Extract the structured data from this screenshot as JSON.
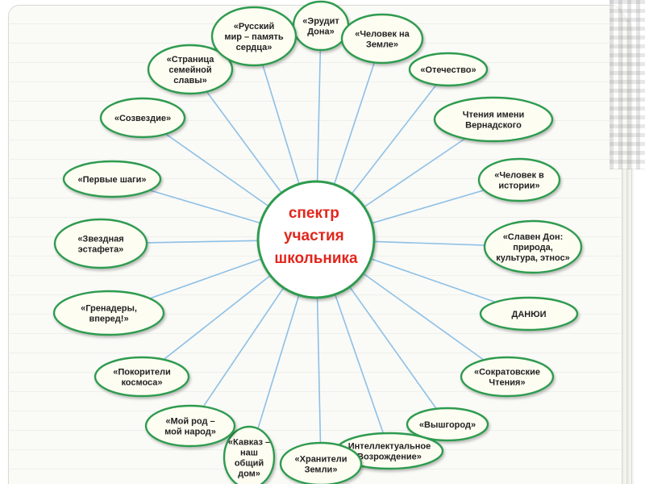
{
  "center": {
    "lines": [
      "спектр",
      "участия",
      "школьника"
    ]
  },
  "nodes": [
    {
      "id": "erudit-dona",
      "lines": [
        "«Эрудит",
        "Дона»"
      ]
    },
    {
      "id": "chelovek-na-zemle",
      "lines": [
        "«Человек на",
        "Земле»"
      ]
    },
    {
      "id": "otechestvo",
      "lines": [
        "«Отечество»"
      ]
    },
    {
      "id": "chteniya-vernadskogo",
      "lines": [
        "Чтения имени",
        "Вернадского"
      ]
    },
    {
      "id": "chelovek-v-istorii",
      "lines": [
        "«Человек в",
        "истории»"
      ]
    },
    {
      "id": "slaven-don",
      "lines": [
        "«Славен Дон:",
        "природа,",
        "культура, этнос»"
      ]
    },
    {
      "id": "danyui",
      "lines": [
        "ДАНЮИ"
      ]
    },
    {
      "id": "sokratovskie-chteniya",
      "lines": [
        "«Сократовские",
        "Чтения»"
      ]
    },
    {
      "id": "vyshgorod",
      "lines": [
        "«Вышгород»"
      ]
    },
    {
      "id": "intellektualnoe-vozrozhdenie",
      "lines": [
        "Интеллектуальное",
        "Возрождение»"
      ]
    },
    {
      "id": "khraniteli-zemli",
      "lines": [
        "«Хранители",
        "Земли»"
      ]
    },
    {
      "id": "kavkaz-nash-dom",
      "lines": [
        "«Кавказ –",
        "наш",
        "общий",
        "дом»"
      ]
    },
    {
      "id": "moy-rod-moy-narod",
      "lines": [
        "«Мой род –",
        "мой народ»"
      ]
    },
    {
      "id": "pokoriteli-kosmosa",
      "lines": [
        "«Покорители",
        "космоса»"
      ]
    },
    {
      "id": "grenadery-vpered",
      "lines": [
        "«Гренадеры,",
        "вперед!»"
      ]
    },
    {
      "id": "zvezdnaya-estafeta",
      "lines": [
        "«Звездная",
        "эстафета»"
      ]
    },
    {
      "id": "pervye-shagi",
      "lines": [
        "«Первые шаги»"
      ]
    },
    {
      "id": "sozvezdie",
      "lines": [
        "«Созвездие»"
      ]
    },
    {
      "id": "stranitsa-semeynoy-slavy",
      "lines": [
        "«Страница",
        "семейной",
        "славы»"
      ]
    },
    {
      "id": "russkiy-mir",
      "lines": [
        "«Русский",
        "мир – память",
        "сердца»"
      ]
    }
  ],
  "colors": {
    "node_border": "#2f9b4f",
    "spoke": "#8dc0e6",
    "center_text": "#e2251b",
    "node_text": "#222222"
  }
}
